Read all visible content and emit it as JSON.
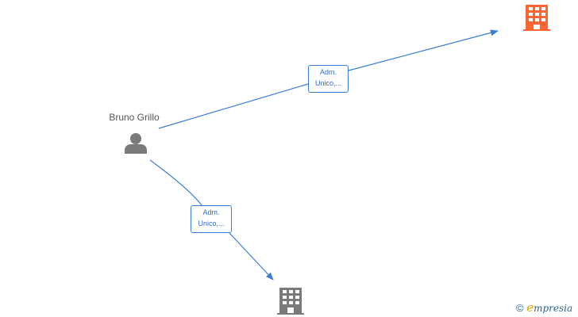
{
  "nodes": {
    "person": {
      "name": "Bruno Grillo",
      "icon": "person-icon",
      "color": "#7a7a7a"
    },
    "company_top": {
      "icon": "building-icon",
      "color": "#ff6633"
    },
    "company_bottom": {
      "icon": "building-icon",
      "color": "#7a7a7a"
    }
  },
  "edges": [
    {
      "from": "person",
      "to": "company_top",
      "label_line1": "Adm.",
      "label_line2": "Unico,..."
    },
    {
      "from": "person",
      "to": "company_bottom",
      "label_line1": "Adm.",
      "label_line2": "Unico,..."
    }
  ],
  "colors": {
    "edge": "#3a7fd6",
    "label_text": "#2f6cc4"
  },
  "watermark": {
    "copyright": "©",
    "brand_initial": "e",
    "brand_rest": "mpresia"
  }
}
